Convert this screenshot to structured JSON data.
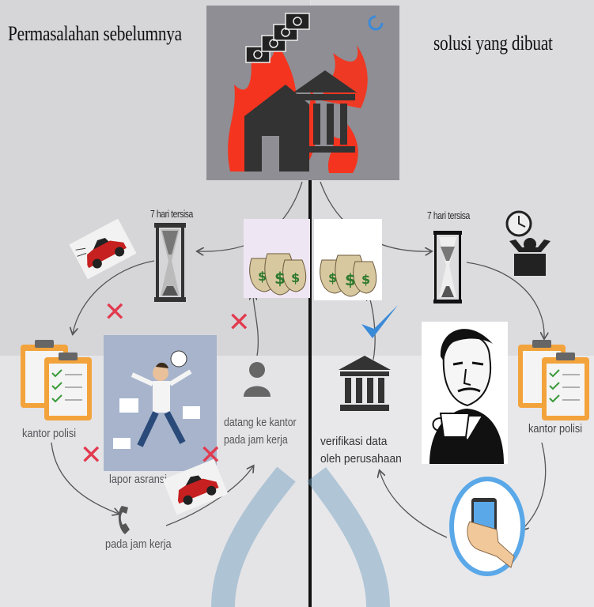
{
  "headings": {
    "left": "Permasalahan sebelumnya",
    "right": "solusi yang dibuat"
  },
  "left_flow": {
    "hourglass_label": "7 hari tersisa",
    "police_label": "kantor polisi",
    "report_label": "lapor asransi",
    "call_label": "pada jam kerja",
    "visit_label_1": "datang ke kantor",
    "visit_label_2": "pada jam kerja"
  },
  "right_flow": {
    "hourglass_label": "7 hari tersisa",
    "police_label": "kantor polisi",
    "verify_label_1": "verifikasi data",
    "verify_label_2": "oleh perusahaan"
  },
  "icons": {
    "money": "dollar-bill-icon",
    "bank": "bank-building-icon",
    "hourglass": "hourglass-icon",
    "clipboard": "clipboard-icon",
    "phone": "phone-handset-icon",
    "smartphone": "smartphone-icon",
    "check": "checkmark-icon",
    "cross": "cross-icon"
  },
  "colors": {
    "fire": "#ff2a12",
    "cross": "#e23a4e",
    "check": "#3b8ad8",
    "money_green": "#2f7a2f",
    "clipboard_orange": "#f3a33b",
    "phone_ring": "#5aa8e8",
    "car_red": "#c62020"
  }
}
